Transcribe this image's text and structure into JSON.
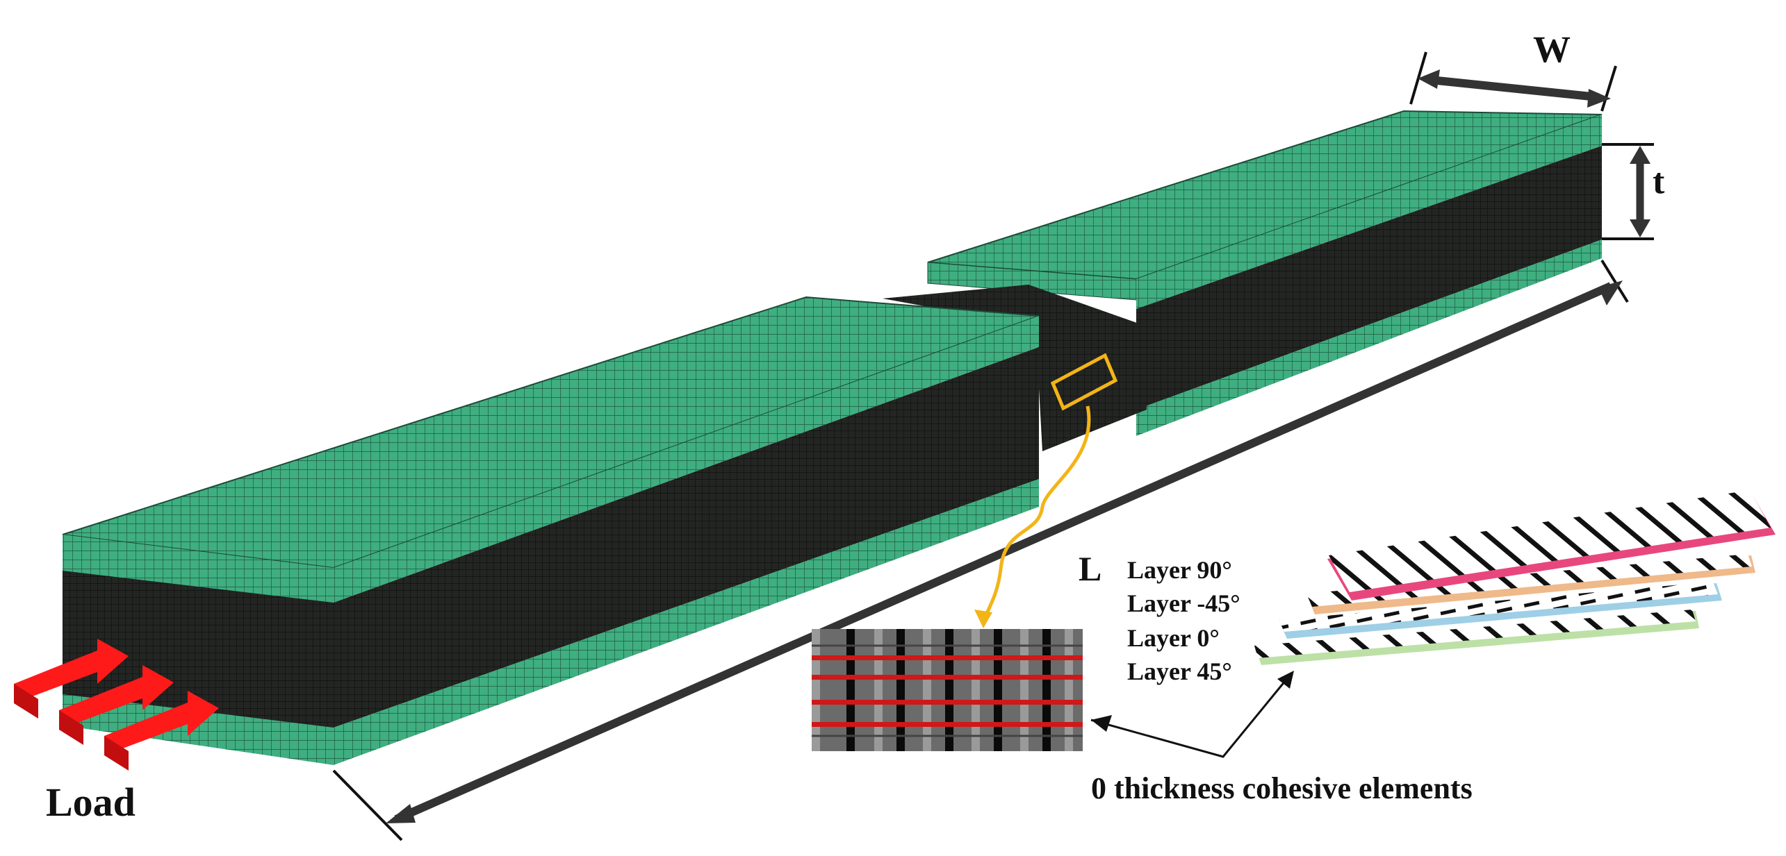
{
  "labels": {
    "load": "Load",
    "width": "W",
    "thickness": "t",
    "length": "L",
    "cohesive": "0 thickness cohesive elements"
  },
  "layers": [
    "Layer 90°",
    "Layer -45°",
    "Layer 0°",
    "Layer 45°"
  ],
  "colors": {
    "mesh_green": "#3fae80",
    "mesh_dark": "#202220",
    "load_arrow": "#ff1a1a",
    "callout_line": "#f3b417",
    "cohesive_red": "#d01818",
    "ply_pink": "#e8477e",
    "ply_orange": "#efb98a",
    "ply_blue": "#9ecfe6",
    "ply_green": "#bde0a6"
  }
}
